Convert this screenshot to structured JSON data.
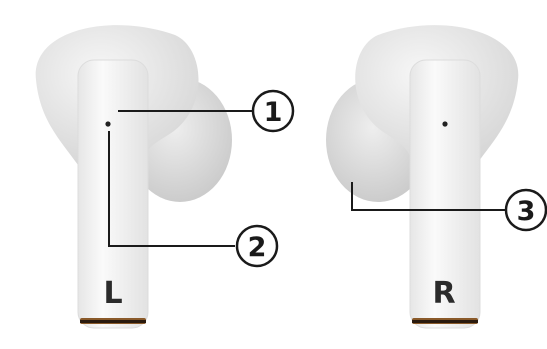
{
  "earbuds": {
    "left": {
      "side_label": "L"
    },
    "right": {
      "side_label": "R"
    }
  },
  "callouts": [
    {
      "number": "1"
    },
    {
      "number": "2"
    },
    {
      "number": "3"
    }
  ],
  "colors": {
    "shell": "#ececec",
    "shell_shade": "#d9d9d9",
    "stem": "#f4f4f4",
    "outline": "#cfcfcf",
    "mic_band": "#8a5a2a",
    "leader_line": "#1a1a1a"
  }
}
